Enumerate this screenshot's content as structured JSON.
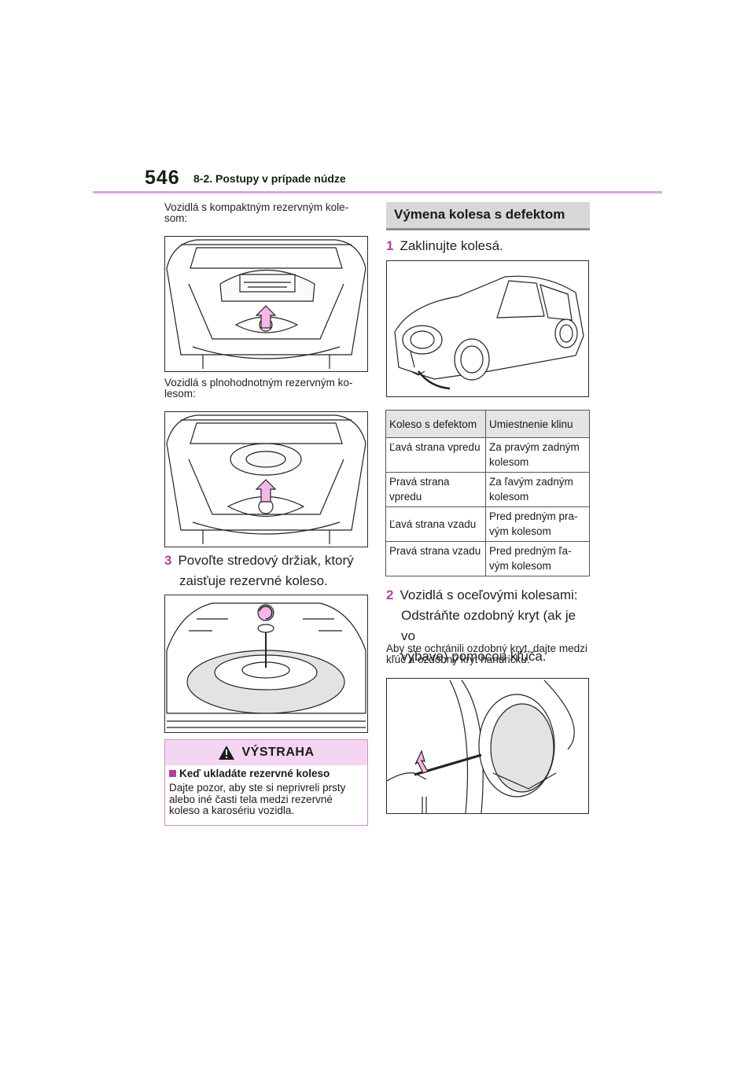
{
  "header": {
    "page_number": "546",
    "chapter": "8-2. Postupy v prípade núdze"
  },
  "left": {
    "caption1": "Vozidlá s kompaktným rezervným kole-\nsom:",
    "caption2": "Vozidlá s plnohodnotným rezervným ko-\nlesom:",
    "step3": {
      "number": "3",
      "line1": "Povoľte stredový držiak, ktorý",
      "line2": "zaisťuje rezervné koleso."
    },
    "warning": {
      "title": "VÝSTRAHA",
      "subtitle": "Keď ukladáte rezervné koleso",
      "body": "Dajte pozor, aby ste si neprivreli prsty alebo iné časti tela medzi rezervné koleso a karosériu vozidla."
    }
  },
  "right": {
    "section_title": "Výmena kolesa s defektom",
    "step1": {
      "number": "1",
      "text": "Zaklinujte kolesá."
    },
    "table": {
      "headers": [
        "Koleso s defektom",
        "Umiestnenie klinu"
      ],
      "rows": [
        [
          "Ľavá strana vpredu",
          "Za pravým zadným kolesom"
        ],
        [
          "Pravá strana vpredu",
          "Za ľavým zadným kolesom"
        ],
        [
          "Ľavá strana vzadu",
          "Pred predným pra-vým kolesom"
        ],
        [
          "Pravá strana vzadu",
          "Pred predným ľa-vým kolesom"
        ]
      ]
    },
    "step2": {
      "number": "2",
      "line1": "Vozidlá s oceľovými kolesami:",
      "line2": "Odstráňte ozdobný kryt (ak je vo",
      "line3": "výbave) pomocou kľúča."
    },
    "note": "Aby ste ochránili ozdobný kryt, dajte medzi kľúč a ozdobný kryt handričku."
  },
  "colors": {
    "accent": "#b0429c",
    "rule": "#d9a6e0",
    "warning_bg": "#f4d6f2",
    "arrow": "#f3b7e8"
  },
  "icons": [
    "warning-triangle-icon",
    "up-arrow-icon",
    "rotate-icon"
  ]
}
